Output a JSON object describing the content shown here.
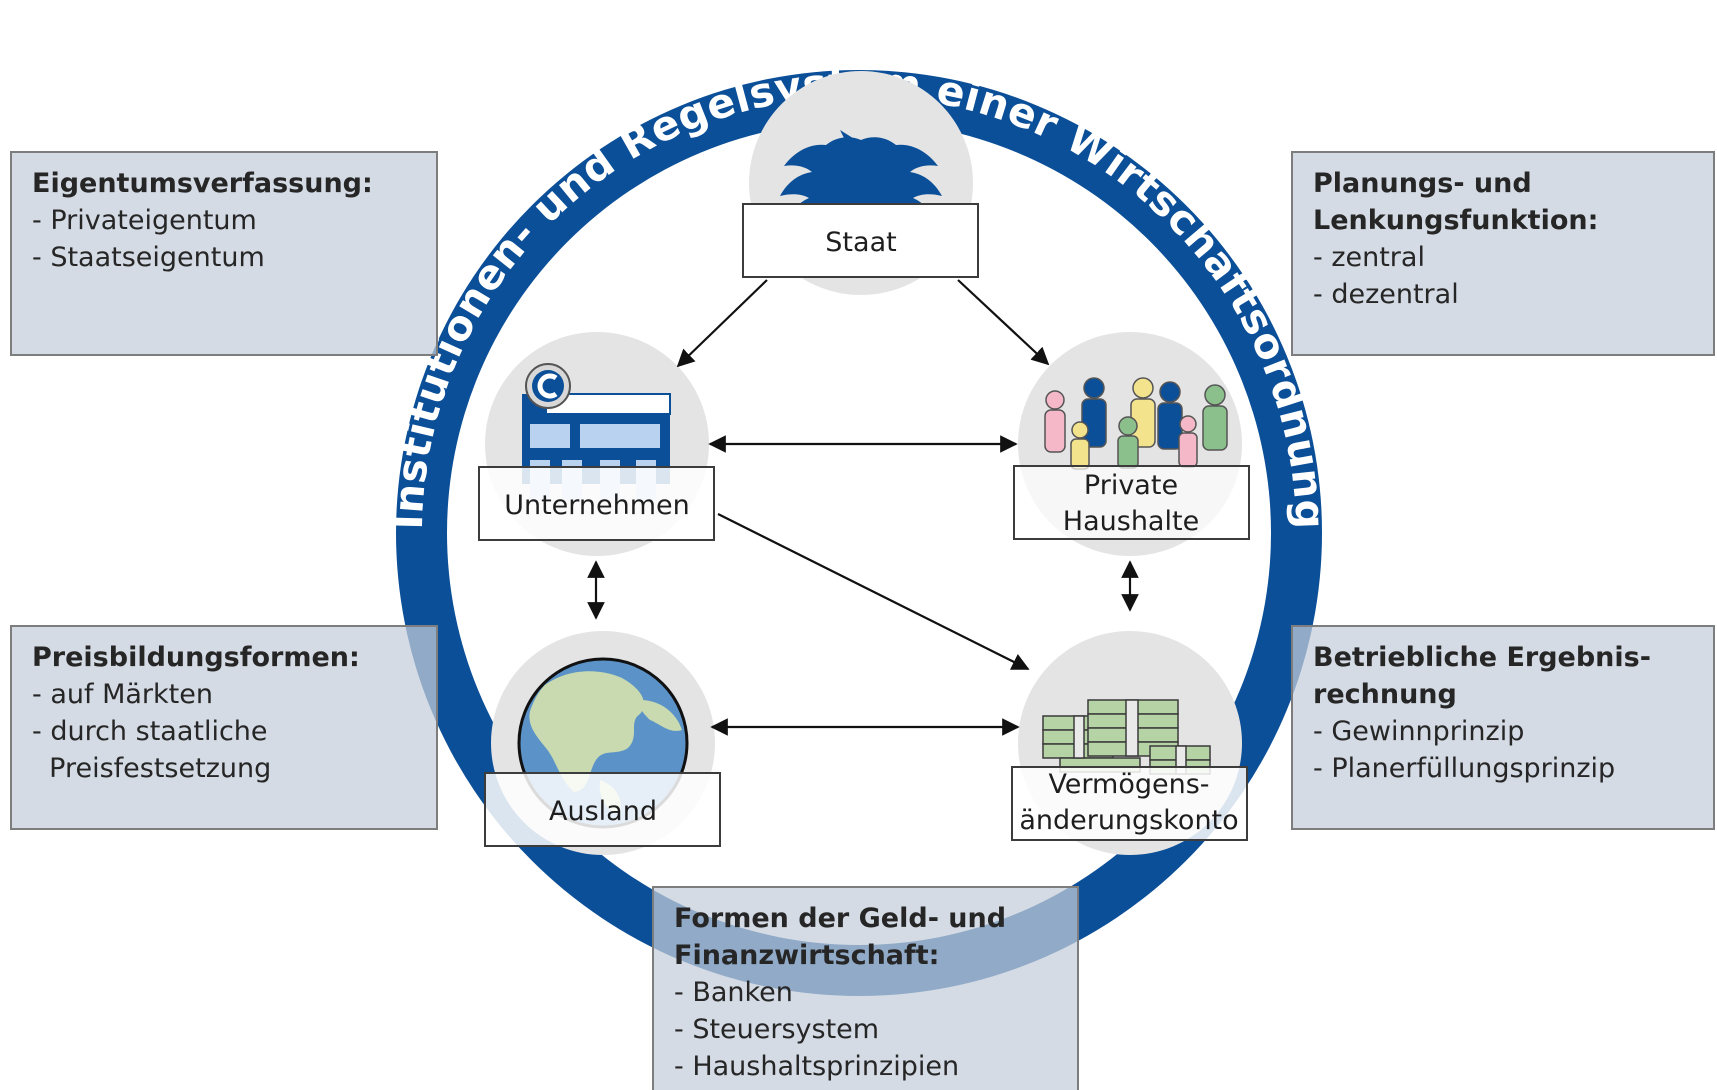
{
  "ring_title": "Institutionen- und Regelsystem einer Wirtschaftsordnung",
  "colors": {
    "ring": "#0b4f98",
    "node_bubble": "#e4e4e4",
    "info_box_fill": "#c4cdda",
    "info_box_border": "#7d7d7d",
    "eagle": "#0b4f98"
  },
  "nodes": {
    "staat": "Staat",
    "unternehmen": "Unternehmen",
    "private_haushalte": [
      "Private",
      "Haushalte"
    ],
    "ausland": "Ausland",
    "vermoegen": [
      "Vermögens-",
      "änderungskonto"
    ]
  },
  "icons": {
    "staat": "eagle-icon",
    "unternehmen": "company-building-icon",
    "private_haushalte": "people-group-icon",
    "ausland": "globe-icon",
    "vermoegen": "money-stacks-icon"
  },
  "info_boxes": {
    "eigentum": {
      "title": [
        "Eigentumsverfassung:"
      ],
      "items": [
        "- Privateigentum",
        "- Staatseigentum"
      ]
    },
    "planung": {
      "title": [
        "Planungs- und",
        "Lenkungsfunktion:"
      ],
      "items": [
        "- zentral",
        "- dezentral"
      ]
    },
    "preisbildung": {
      "title": [
        "Preisbildungsformen:"
      ],
      "items": [
        "- auf Märkten",
        "- durch staatliche",
        "  Preisfestsetzung"
      ]
    },
    "ergebnis": {
      "title": [
        "Betriebliche Ergebnis-",
        "rechnung"
      ],
      "items": [
        "- Gewinnprinzip",
        "- Planerfüllungsprinzip"
      ]
    },
    "geld": {
      "title": [
        "Formen der Geld- und",
        "Finanzwirtschaft:"
      ],
      "items": [
        "- Banken",
        "- Steuersystem",
        "- Haushaltsprinzipien"
      ]
    }
  }
}
